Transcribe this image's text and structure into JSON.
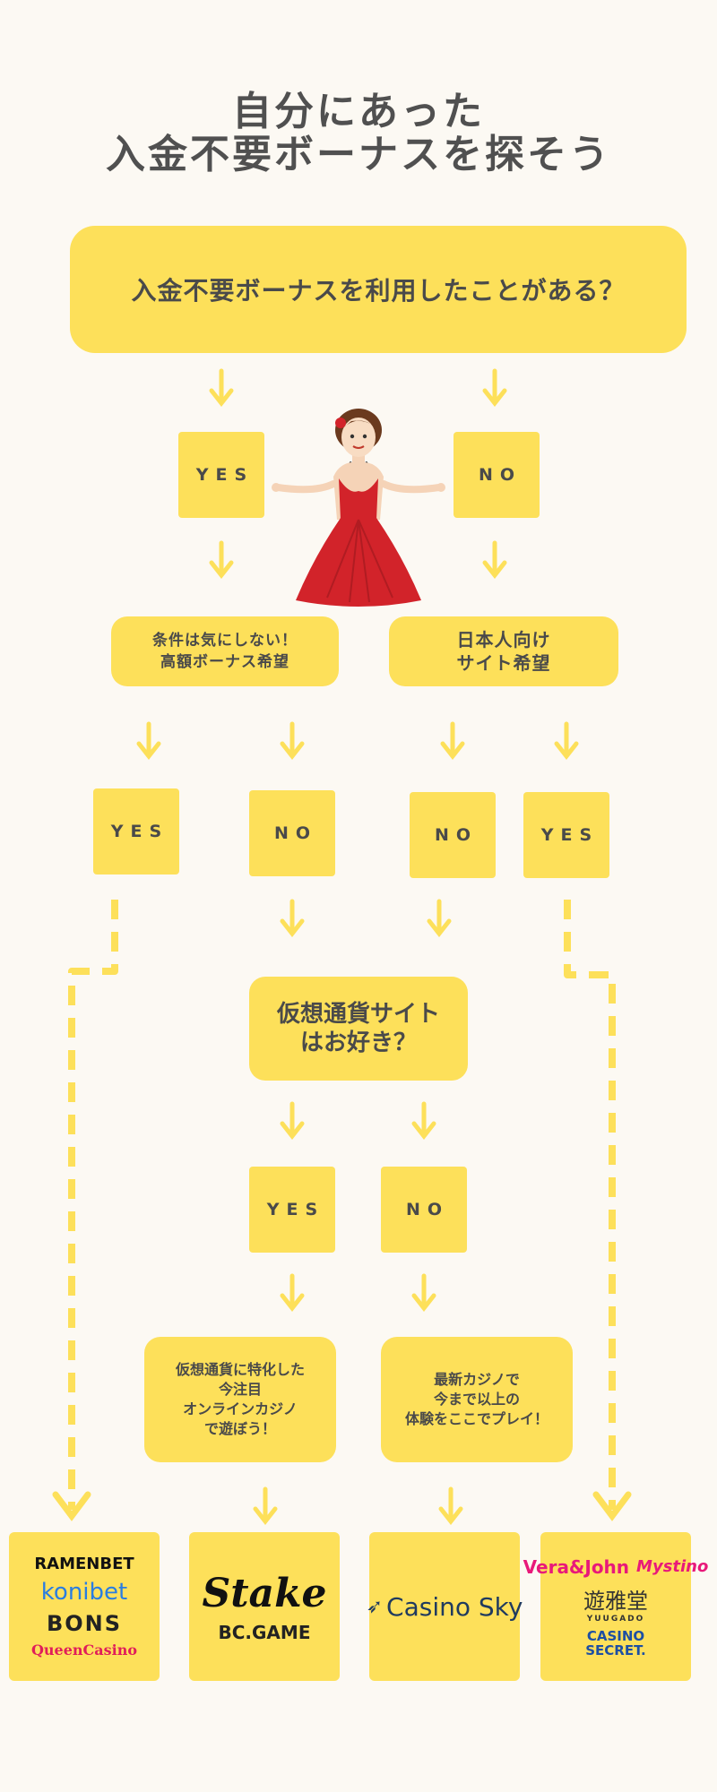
{
  "title": {
    "line1": "自分にあった",
    "line2": "入金不要ボーナスを探そう"
  },
  "q1": "入金不要ボーナスを利用したことがある？",
  "answers": {
    "yes": "YES",
    "no": "NO"
  },
  "branch_left": "条件は気にしない！\n高額ボーナス希望",
  "branch_right": "日本人向け\nサイト希望",
  "q_crypto": "仮想通貨サイト\nはお好き？",
  "result_crypto": "仮想通貨に特化した\n今注目\nオンラインカジノ\nで遊ぼう！",
  "result_new": "最新カジノで\n今まで以上の\n体験をここでプレイ！",
  "logos": {
    "group1": [
      "RAMENBET",
      "konibet",
      "BONS",
      "QueenCasino"
    ],
    "group2": [
      "Stake",
      "BC.GAME"
    ],
    "group3": [
      "Casino Sky"
    ],
    "group4": [
      "Vera&John",
      "Mystino",
      "遊雅堂",
      "YUUGADO",
      "CASINO",
      "SECRET."
    ]
  },
  "colors": {
    "yellow": "#fde05a",
    "background": "#fcf9f3",
    "text": "#4a4a4a",
    "dress": "#d2232a",
    "vera": "#e8197a",
    "secret": "#1d4fa3"
  }
}
